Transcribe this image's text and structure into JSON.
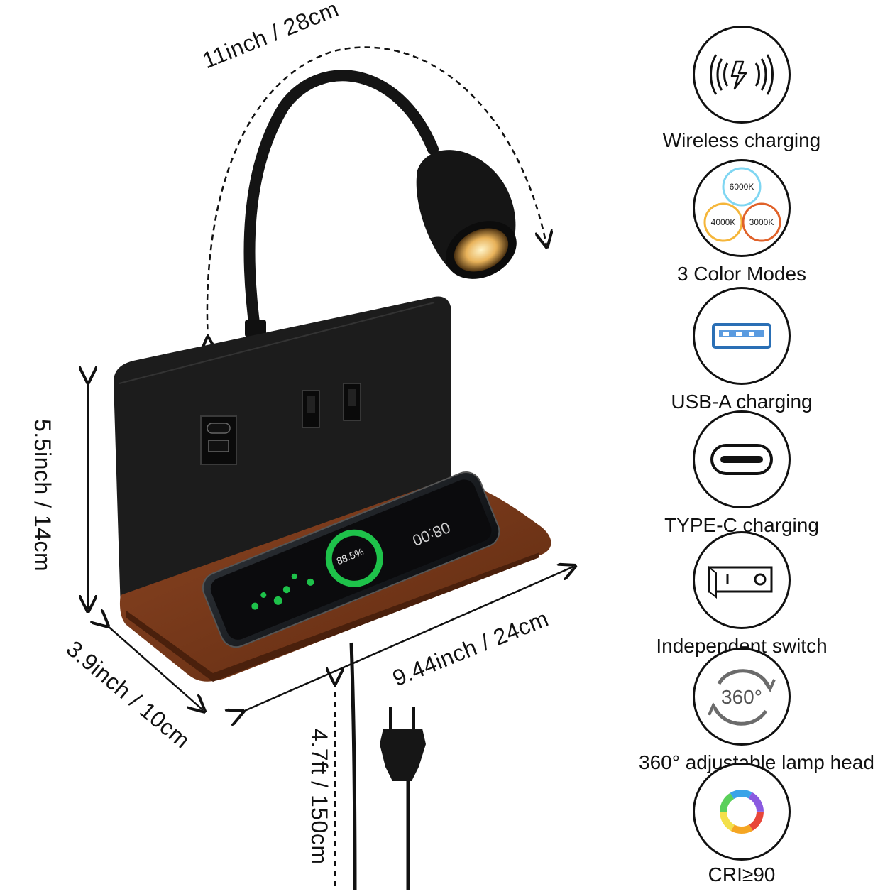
{
  "dimensions": {
    "arm_length": "11inch / 28cm",
    "height": "5.5inch / 14cm",
    "depth": "3.9inch / 10cm",
    "width": "9.44inch / 24cm",
    "cord_length": "4.7ft / 150cm"
  },
  "phone_screen": {
    "clock": "08:00",
    "charge_percent": "88.5%"
  },
  "features": [
    {
      "label": "Wireless charging",
      "icon": "wireless-charging-icon"
    },
    {
      "label": "3 Color Modes",
      "icon": "color-modes-icon",
      "temperatures": [
        "6000K",
        "4000K",
        "3000K"
      ]
    },
    {
      "label": "USB-A charging",
      "icon": "usb-a-icon"
    },
    {
      "label": "TYPE-C charging",
      "icon": "usb-c-icon"
    },
    {
      "label": "Independent switch",
      "icon": "switch-icon"
    },
    {
      "label": "360° adjustable lamp head",
      "icon": "rotate-360-icon",
      "badge": "360°"
    },
    {
      "label": "CRI≥90",
      "icon": "color-ring-icon"
    }
  ],
  "colors": {
    "wood": "#7a3a1a",
    "panel": "#1c1c1c",
    "charge_green": "#1ec24a",
    "temp_6000k": "#7fd6f2",
    "temp_4000k": "#f5b63a",
    "temp_3000k": "#e0622a"
  }
}
